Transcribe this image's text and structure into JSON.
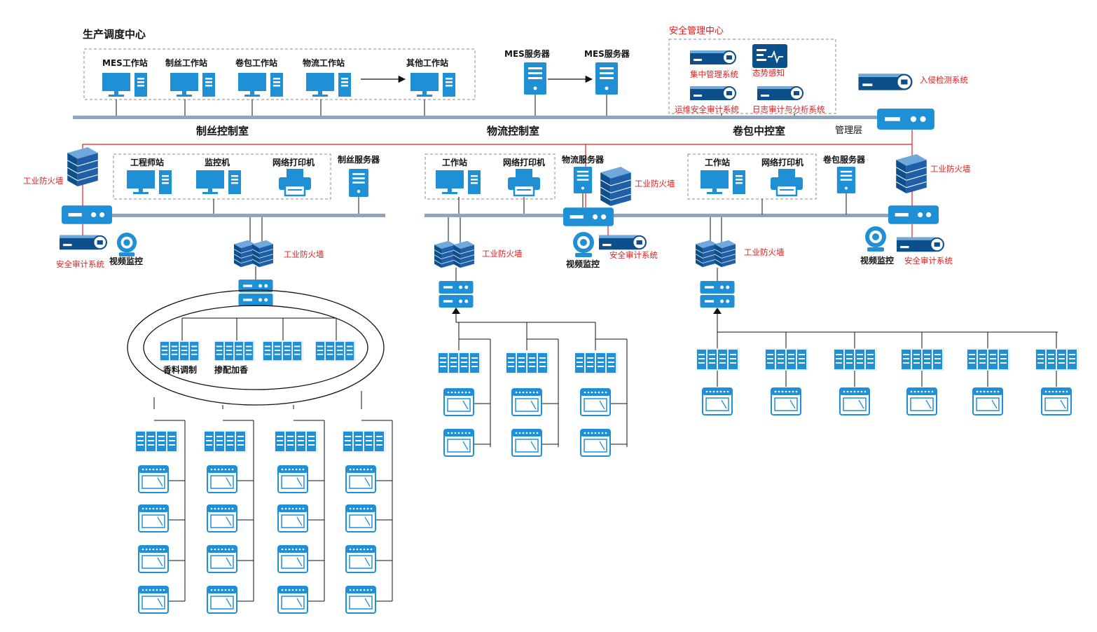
{
  "colors": {
    "device": "#1f8fd6",
    "deviceDark": "#0d4f8a",
    "alert": "#e02020",
    "line": "#111111",
    "bus": "#8aa6c1"
  },
  "zones": {
    "production_center": "生产调度中心",
    "security_center": "安全管理中心",
    "silk_room": "制丝控制室",
    "logistics_room": "物流控制室",
    "packing_room": "卷包中控室",
    "mgmt_layer": "管理层"
  },
  "production": {
    "mes_ws": "MES工作站",
    "silk_ws": "制丝工作站",
    "pack_ws": "卷包工作站",
    "logi_ws": "物流工作站",
    "other_ws": "其他工作站",
    "mes_server_1": "MES服务器",
    "mes_server_2": "MES服务器"
  },
  "security": {
    "central_mgmt": "集中管理系统",
    "situation": "态势感知",
    "ops_audit": "运维安全审计系统",
    "log_audit": "日志审计与分析系统",
    "intrusion": "入侵检测系统"
  },
  "silk": {
    "engineer": "工程师站",
    "monitor": "监控机",
    "printer": "网络打印机",
    "server": "制丝服务器",
    "firewall_left": "工业防火墙",
    "audit": "安全审计系统",
    "video": "视频监控",
    "firewall_mid": "工业防火墙",
    "spice": "香料调制",
    "blend": "掺配加香"
  },
  "logistics": {
    "workstation": "工作站",
    "printer": "网络打印机",
    "server": "物流服务器",
    "firewall_top": "工业防火墙",
    "video": "视频监控",
    "audit": "安全审计系统",
    "firewall_lower": "工业防火墙"
  },
  "packing": {
    "workstation": "工作站",
    "printer": "网络打印机",
    "server": "卷包服务器",
    "firewall_right": "工业防火墙",
    "video": "视频监控",
    "audit": "安全审计系统",
    "firewall_lower": "工业防火墙"
  }
}
